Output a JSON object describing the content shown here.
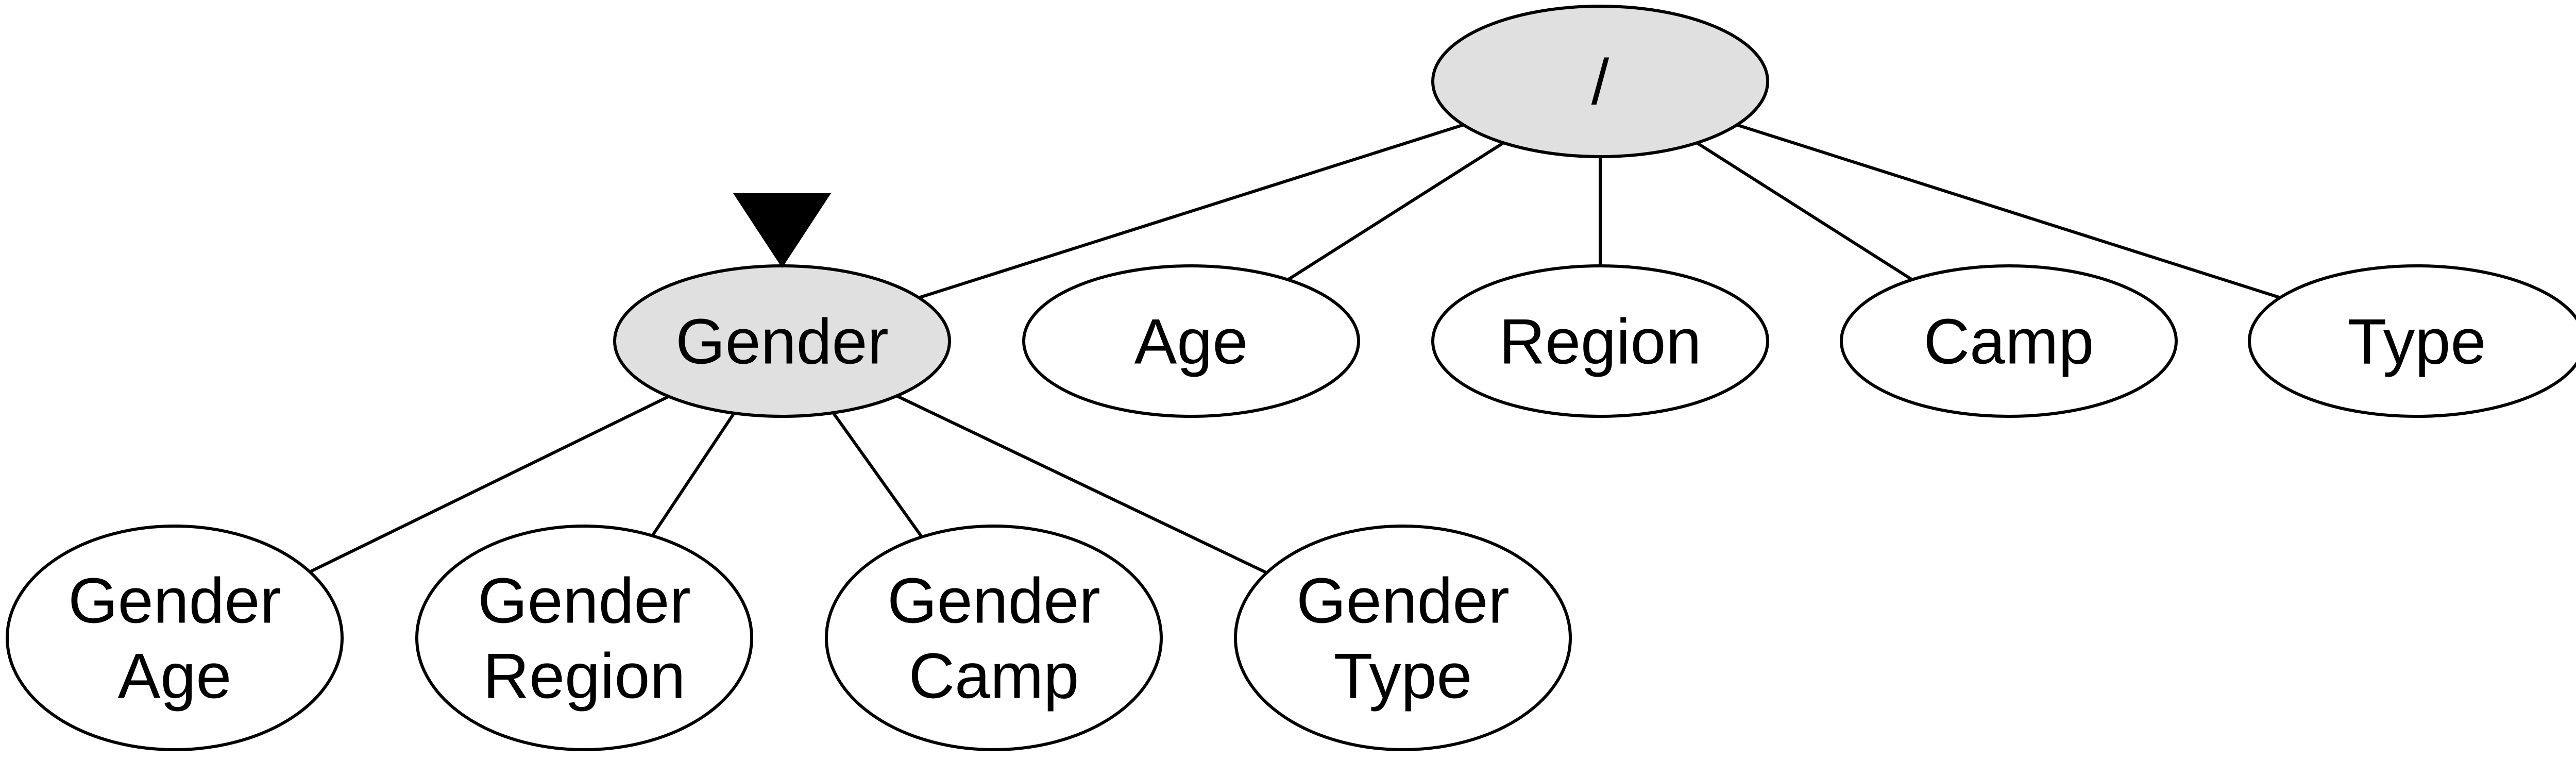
{
  "diagram": {
    "colors": {
      "line": "#000000",
      "node_fill": "#ffffff",
      "highlight_fill": "#e0e0e0",
      "marker": "#000000",
      "text": "#000000"
    },
    "marker": {
      "target": "gender",
      "icon": "triangle-down-icon"
    },
    "nodes": [
      {
        "id": "root",
        "lines": [
          "/"
        ],
        "highlighted": true
      },
      {
        "id": "gender",
        "lines": [
          "Gender"
        ],
        "highlighted": true
      },
      {
        "id": "age",
        "lines": [
          "Age"
        ],
        "highlighted": false
      },
      {
        "id": "region",
        "lines": [
          "Region"
        ],
        "highlighted": false
      },
      {
        "id": "camp",
        "lines": [
          "Camp"
        ],
        "highlighted": false
      },
      {
        "id": "type",
        "lines": [
          "Type"
        ],
        "highlighted": false
      },
      {
        "id": "gender-age",
        "lines": [
          "Gender",
          "Age"
        ],
        "highlighted": false
      },
      {
        "id": "gender-region",
        "lines": [
          "Gender",
          "Region"
        ],
        "highlighted": false
      },
      {
        "id": "gender-camp",
        "lines": [
          "Gender",
          "Camp"
        ],
        "highlighted": false
      },
      {
        "id": "gender-type",
        "lines": [
          "Gender",
          "Type"
        ],
        "highlighted": false
      }
    ],
    "edges": [
      {
        "from": "root",
        "to": "gender"
      },
      {
        "from": "root",
        "to": "age"
      },
      {
        "from": "root",
        "to": "region"
      },
      {
        "from": "root",
        "to": "camp"
      },
      {
        "from": "root",
        "to": "type"
      },
      {
        "from": "gender",
        "to": "gender-age"
      },
      {
        "from": "gender",
        "to": "gender-region"
      },
      {
        "from": "gender",
        "to": "gender-camp"
      },
      {
        "from": "gender",
        "to": "gender-type"
      }
    ]
  }
}
